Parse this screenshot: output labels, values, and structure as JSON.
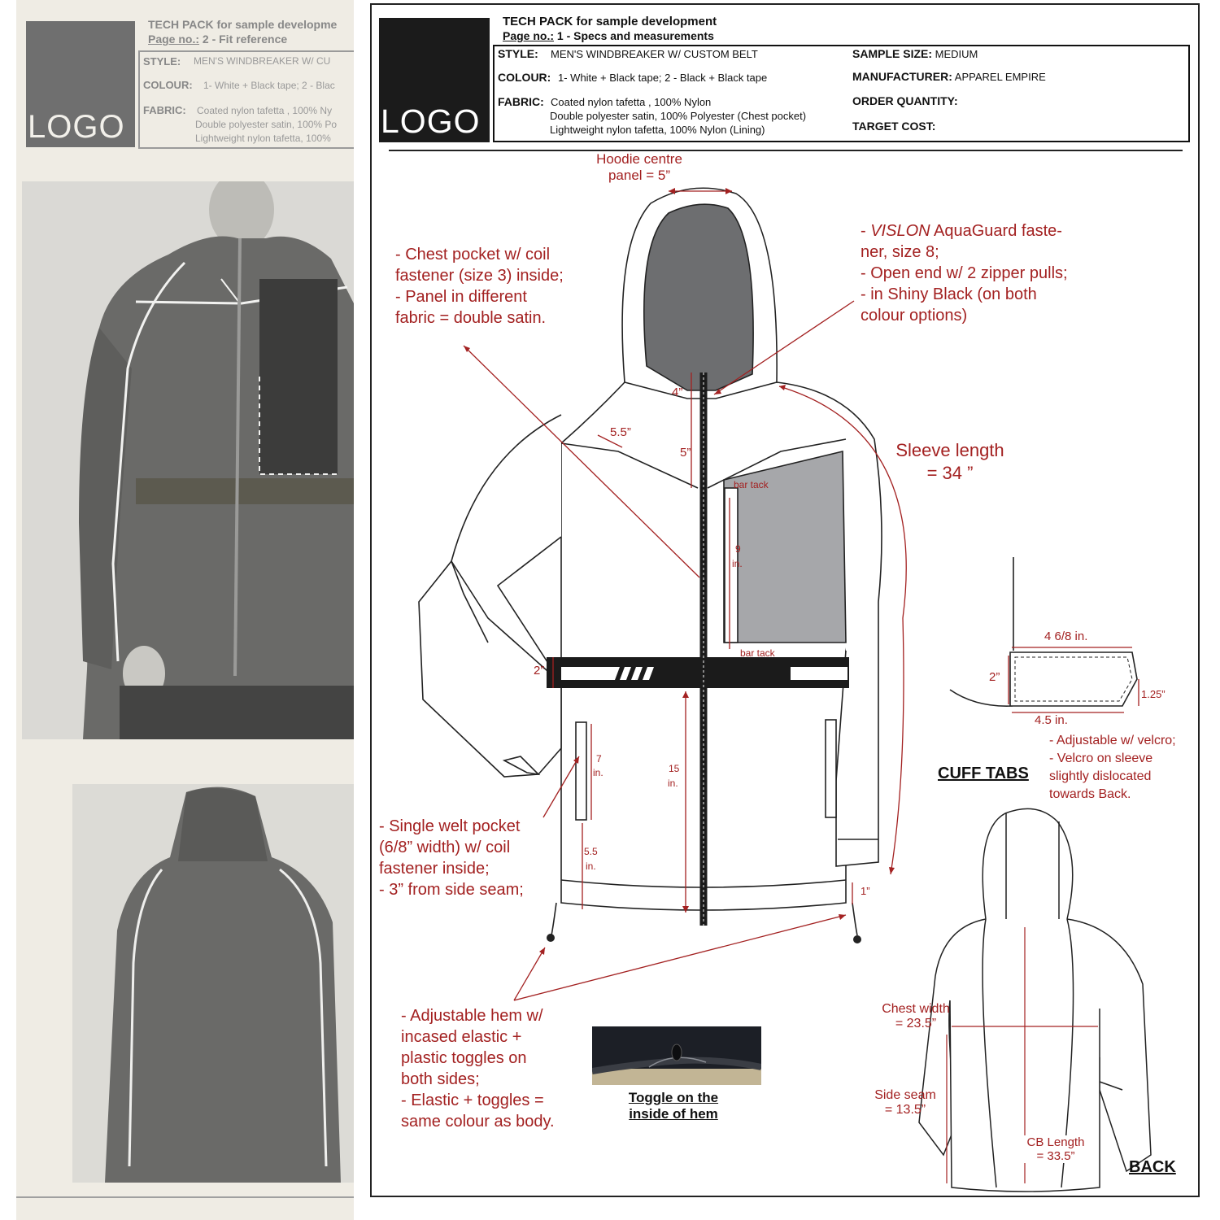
{
  "left_page": {
    "logo": "LOGO",
    "title_line1": "TECH PACK for sample developme",
    "title_line2_label": "Page no.:",
    "title_line2_value": " 2 - Fit reference",
    "style_label": "STYLE:",
    "style_value": "MEN'S WINDBREAKER W/ CU",
    "colour_label": "COLOUR:",
    "colour_value": "1- White + Black tape; 2 - Blac",
    "fabric_label": "FABRIC:",
    "fabric_line1": "Coated nylon tafetta , 100% Ny",
    "fabric_line2": "Double polyester satin, 100% Po",
    "fabric_line3": "Lightweight nylon tafetta, 100%"
  },
  "header": {
    "logo": "LOGO",
    "title_line1": "TECH PACK for sample development",
    "title_line2_label": "Page no.:",
    "title_line2_value": " 1 - Specs and measurements",
    "style_label": "STYLE:",
    "style_value": "MEN'S WINDBREAKER W/ CUSTOM BELT",
    "colour_label": "COLOUR:",
    "colour_value": "1- White + Black tape; 2 - Black + Black tape",
    "fabric_label": "FABRIC:",
    "fabric_line1": "Coated nylon tafetta , 100% Nylon",
    "fabric_line2": "Double polyester satin, 100% Polyester (Chest pocket)",
    "fabric_line3": "Lightweight nylon tafetta, 100% Nylon (Lining)",
    "sample_size_label": "SAMPLE SIZE:",
    "sample_size_value": " MEDIUM",
    "manufacturer_label": "MANUFACTURER:",
    "manufacturer_value": " APPAREL EMPIRE",
    "order_quantity_label": "ORDER QUANTITY:",
    "target_cost_label": "TARGET COST:"
  },
  "notes": {
    "hoodie_centre_1": "Hoodie centre",
    "hoodie_centre_2": "panel = 5”",
    "chest_pocket": [
      "- Chest pocket w/ coil",
      "fastener (size 3) inside;",
      "- Panel in different",
      "fabric = double satin."
    ],
    "zipper_vislon": "VISLON",
    "zipper": [
      "- ",
      " AquaGuard faste-",
      "ner, size 8;",
      "- Open end w/ 2 zipper pulls;",
      "- in Shiny Black (on both",
      "colour options)"
    ],
    "sleeve_length_1": "Sleeve length",
    "sleeve_length_2": "= 34 ”",
    "welt_pocket": [
      "- Single welt pocket",
      "(6/8” width) w/ coil",
      "fastener inside;",
      "- 3” from side seam;"
    ],
    "hem": [
      "- Adjustable hem w/",
      "incased elastic +",
      "plastic toggles on",
      "both sides;",
      "- Elastic + toggles =",
      "same colour as body."
    ],
    "cuff": [
      "- Adjustable w/ velcro;",
      "- Velcro on sleeve",
      "slightly dislocated",
      "towards Back."
    ]
  },
  "measurements": {
    "hood_4": "4”",
    "shoulder_5_5": "5.5”",
    "yoke_5": "5”",
    "bar_tack_top": "bar tack",
    "pocket_9": "9",
    "pocket_9_unit": "in.",
    "bar_tack_bottom": "bar tack",
    "belt_2": "2”",
    "welt_7": "7",
    "welt_7_unit": "in.",
    "front_15": "15",
    "front_15_unit": "in.",
    "welt_5_5": "5.5",
    "welt_5_5_unit": "in.",
    "hem_1": "1”",
    "cuff_width_top": "4 6/8 in.",
    "cuff_2": "2”",
    "cuff_1_25": "1.25”",
    "cuff_width_bottom": "4.5 in.",
    "chest_width_1": "Chest width",
    "chest_width_2": "= 23.5”",
    "side_seam_1": "Side seam",
    "side_seam_2": "= 13.5”",
    "cb_length_1": "CB Length",
    "cb_length_2": "= 33.5”"
  },
  "labels": {
    "cuff_tabs": "CUFF TABS",
    "toggle_1": "Toggle on the",
    "toggle_2": "inside of hem",
    "back": "BACK"
  },
  "colors": {
    "annotation_red": "#a32121",
    "chest_panel_grey": "#a6a7aa",
    "hood_lining_grey": "#6d6e70",
    "tape_black": "#1b1b1b"
  }
}
